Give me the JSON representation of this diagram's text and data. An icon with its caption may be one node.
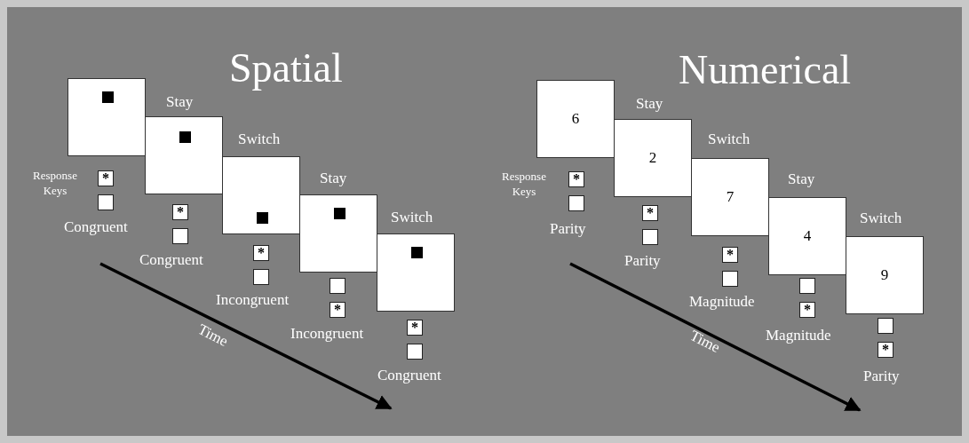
{
  "diagram": {
    "nodes": [
      {
        "text": [],
        "shape": "box"
      },
      {
        "text": [
          "*"
        ]
      },
      {
        "text": [],
        "shape": "box"
      },
      {
        "text": [],
        "shape": "box",
        "beside": [
          "Stay"
        ]
      },
      {
        "text": [
          "*"
        ]
      },
      {
        "text": [],
        "shape": "box"
      },
      {
        "text": [],
        "shape": "box",
        "beside": [
          "Switch"
        ]
      },
      {
        "text": [
          "*"
        ]
      },
      {
        "text": [],
        "shape": "box"
      },
      {
        "text": [],
        "shape": "box",
        "beside": [
          "Stay"
        ]
      },
      {
        "text": [],
        "shape": "box"
      },
      {
        "text": [
          "*"
        ]
      },
      {
        "text": [],
        "shape": "box",
        "beside": [
          "Switch"
        ]
      },
      {
        "text": [
          "*"
        ]
      },
      {
        "text": [],
        "shape": "box"
      },
      {
        "text": [
          "6"
        ]
      },
      {
        "text": [
          "*"
        ]
      },
      {
        "text": [],
        "shape": "box"
      },
      {
        "text": [
          "2"
        ],
        "beside": [
          "Stay"
        ]
      },
      {
        "text": [
          "*"
        ]
      },
      {
        "text": [],
        "shape": "box"
      },
      {
        "text": [
          "7"
        ],
        "beside": [
          "Switch"
        ]
      },
      {
        "text": [
          "*"
        ]
      },
      {
        "text": [],
        "shape": "box"
      },
      {
        "text": [
          "4"
        ],
        "beside": [
          "Stay"
        ]
      },
      {
        "text": [],
        "shape": "box"
      },
      {
        "text": [
          "*"
        ]
      },
      {
        "text": [
          "9"
        ],
        "beside": [
          "Switch"
        ]
      },
      {
        "text": [],
        "shape": "box"
      },
      {
        "text": [
          "*"
        ]
      }
    ],
    "edges": [],
    "labels": [
      "Spatial",
      "Response Keys",
      "Congruent",
      "Congruent",
      "Incongruent",
      "Incongruent",
      "Congruent",
      "Time",
      "Numerical",
      "Response Keys",
      "Parity",
      "Parity",
      "Magnitude",
      "Magnitude",
      "Parity",
      "Time"
    ]
  }
}
